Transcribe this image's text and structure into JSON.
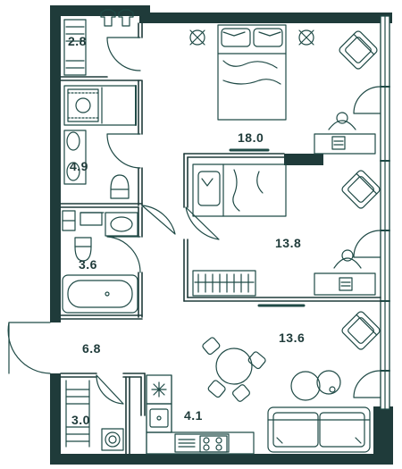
{
  "colors": {
    "wall": "#1f3b3a",
    "furniture": "#1f4a46",
    "background": "#ffffff"
  },
  "rooms": [
    {
      "id": "wardrobe",
      "area": "2.8"
    },
    {
      "id": "bathroom-1",
      "area": "4.9"
    },
    {
      "id": "bathroom-2",
      "area": "3.6"
    },
    {
      "id": "hall",
      "area": "6.8"
    },
    {
      "id": "laundry",
      "area": "3.0"
    },
    {
      "id": "kitchen",
      "area": "4.1"
    },
    {
      "id": "bedroom-1",
      "area": "18.0"
    },
    {
      "id": "bedroom-2",
      "area": "13.8"
    },
    {
      "id": "living",
      "area": "13.6"
    }
  ],
  "icons": [
    "bed-icon",
    "armchair-icon",
    "desk-icon",
    "chair-icon",
    "plant-icon",
    "bathtub-icon",
    "shower-icon",
    "toilet-icon",
    "sink-icon",
    "washing-machine-icon",
    "stove-icon",
    "fridge-icon",
    "sofa-icon",
    "dining-table-icon",
    "coffee-table-icon",
    "radiator-icon",
    "door-icon",
    "window-icon"
  ]
}
